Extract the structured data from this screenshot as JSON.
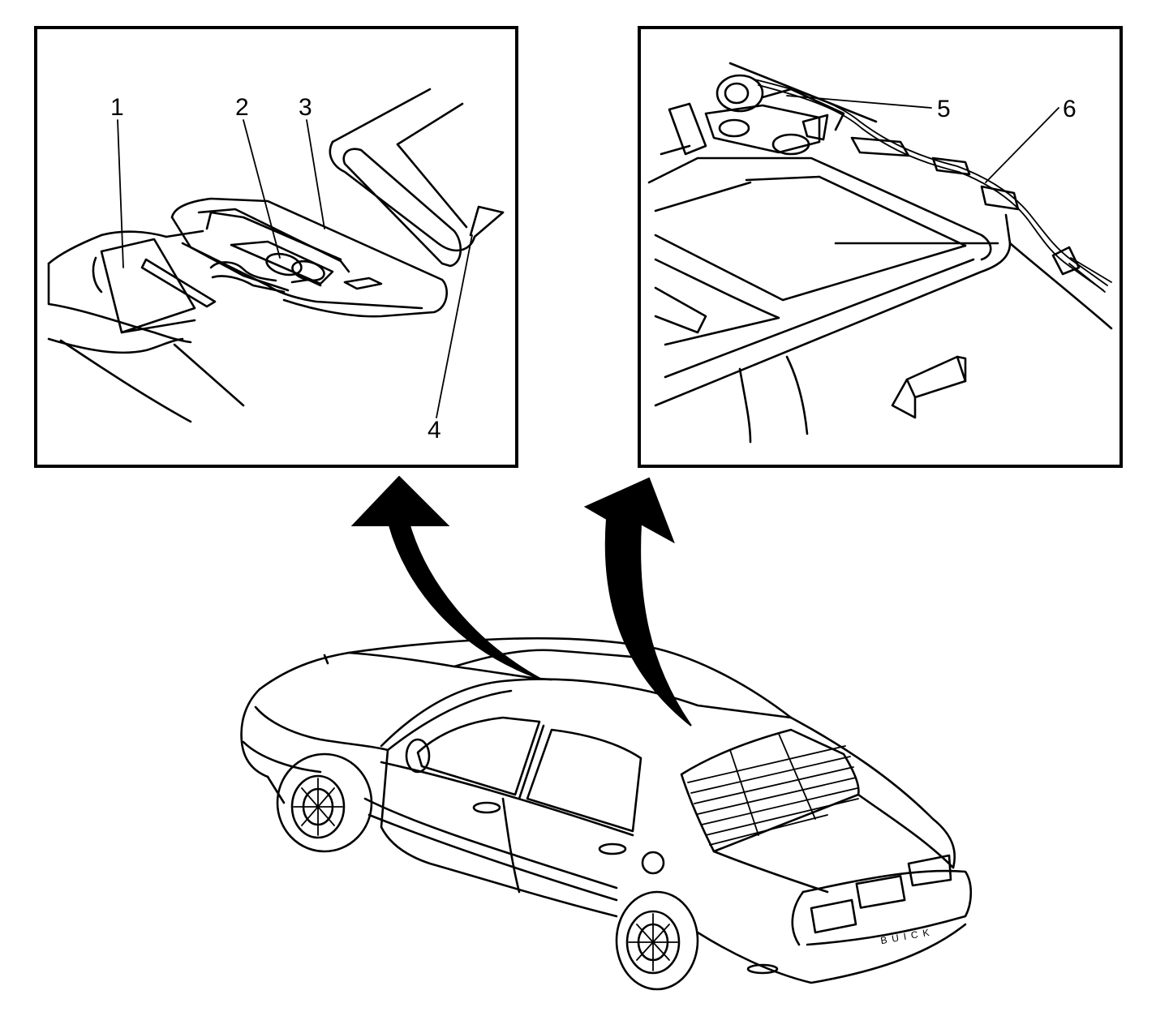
{
  "figure": {
    "left_inset": {
      "callouts": [
        "1",
        "2",
        "3",
        "4"
      ]
    },
    "right_inset": {
      "callouts": [
        "5",
        "6"
      ]
    },
    "vehicle": {
      "badge_text": "BUICK"
    }
  }
}
